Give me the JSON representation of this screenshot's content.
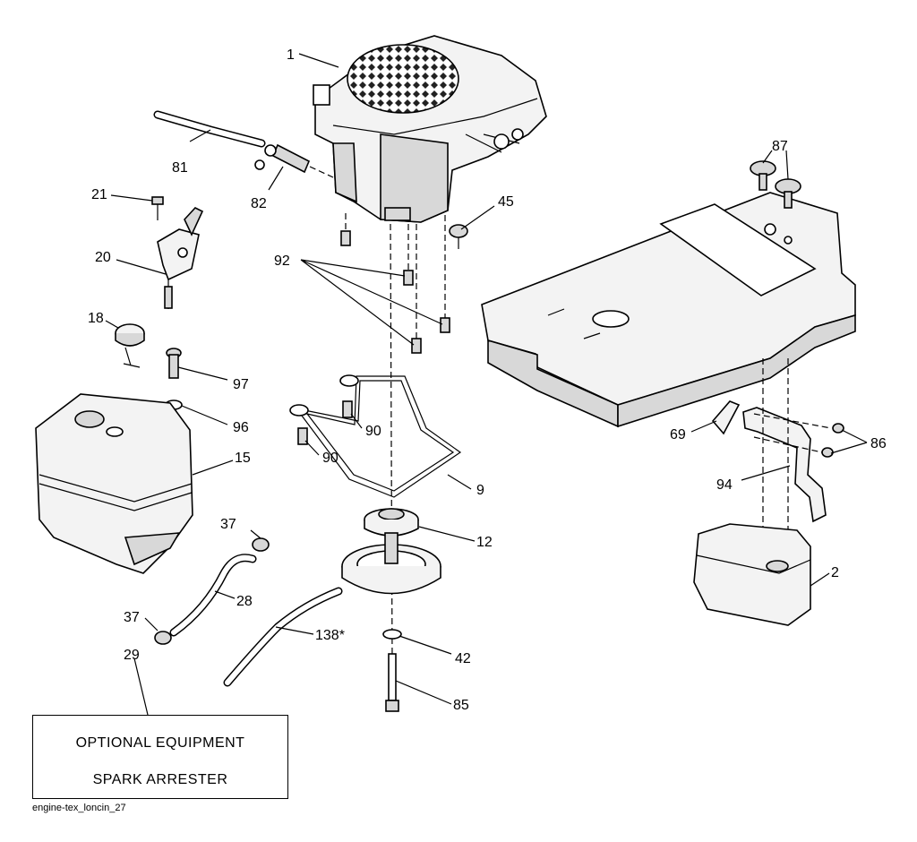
{
  "diagram": {
    "callouts": [
      {
        "id": "c1",
        "text": "1"
      },
      {
        "id": "c81",
        "text": "81"
      },
      {
        "id": "c82",
        "text": "82"
      },
      {
        "id": "c21",
        "text": "21"
      },
      {
        "id": "c20",
        "text": "20"
      },
      {
        "id": "c45",
        "text": "45"
      },
      {
        "id": "c87",
        "text": "87"
      },
      {
        "id": "c92",
        "text": "92"
      },
      {
        "id": "c18",
        "text": "18"
      },
      {
        "id": "c97",
        "text": "97"
      },
      {
        "id": "c96",
        "text": "96"
      },
      {
        "id": "c90a",
        "text": "90"
      },
      {
        "id": "c90b",
        "text": "90"
      },
      {
        "id": "c15",
        "text": "15"
      },
      {
        "id": "c9",
        "text": "9"
      },
      {
        "id": "c69",
        "text": "69"
      },
      {
        "id": "c86",
        "text": "86"
      },
      {
        "id": "c94",
        "text": "94"
      },
      {
        "id": "c12",
        "text": "12"
      },
      {
        "id": "c37a",
        "text": "37"
      },
      {
        "id": "c37b",
        "text": "37"
      },
      {
        "id": "c28",
        "text": "28"
      },
      {
        "id": "c2",
        "text": "2"
      },
      {
        "id": "c138",
        "text": "138*"
      },
      {
        "id": "c42",
        "text": "42"
      },
      {
        "id": "c29",
        "text": "29"
      },
      {
        "id": "c85",
        "text": "85"
      }
    ]
  },
  "optional_box": {
    "line1": "OPTIONAL EQUIPMENT",
    "line2": "SPARK ARRESTER"
  },
  "footer": {
    "code": "engine-tex_loncin_27"
  }
}
